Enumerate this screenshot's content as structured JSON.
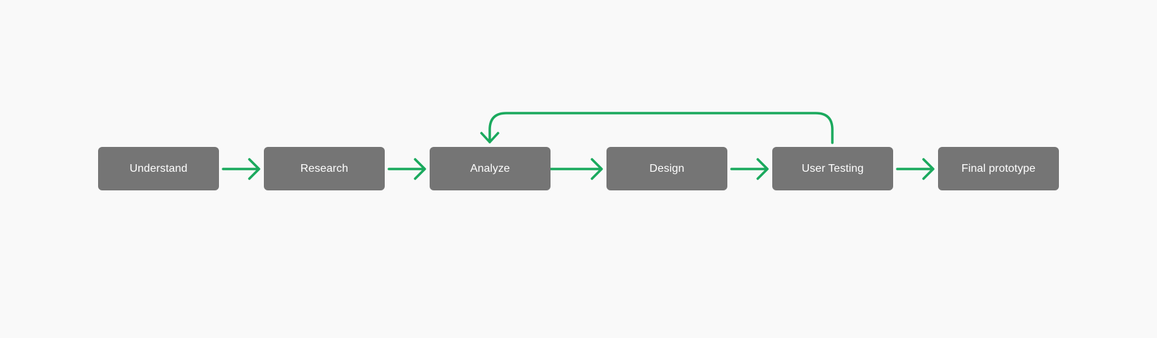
{
  "diagram": {
    "nodes": [
      {
        "id": "understand",
        "label": "Understand"
      },
      {
        "id": "research",
        "label": "Research"
      },
      {
        "id": "analyze",
        "label": "Analyze"
      },
      {
        "id": "design",
        "label": "Design"
      },
      {
        "id": "user_testing",
        "label": "User Testing"
      },
      {
        "id": "final_prototype",
        "label": "Final prototype"
      }
    ],
    "edges": [
      {
        "from": "understand",
        "to": "research"
      },
      {
        "from": "research",
        "to": "analyze"
      },
      {
        "from": "analyze",
        "to": "design"
      },
      {
        "from": "design",
        "to": "user_testing"
      },
      {
        "from": "user_testing",
        "to": "final_prototype"
      },
      {
        "from": "user_testing",
        "to": "analyze",
        "kind": "feedback-loop"
      }
    ],
    "colors": {
      "background": "#f9f9f9",
      "node_fill": "#757575",
      "node_text": "#ffffff",
      "arrow": "#1aa95d"
    }
  }
}
